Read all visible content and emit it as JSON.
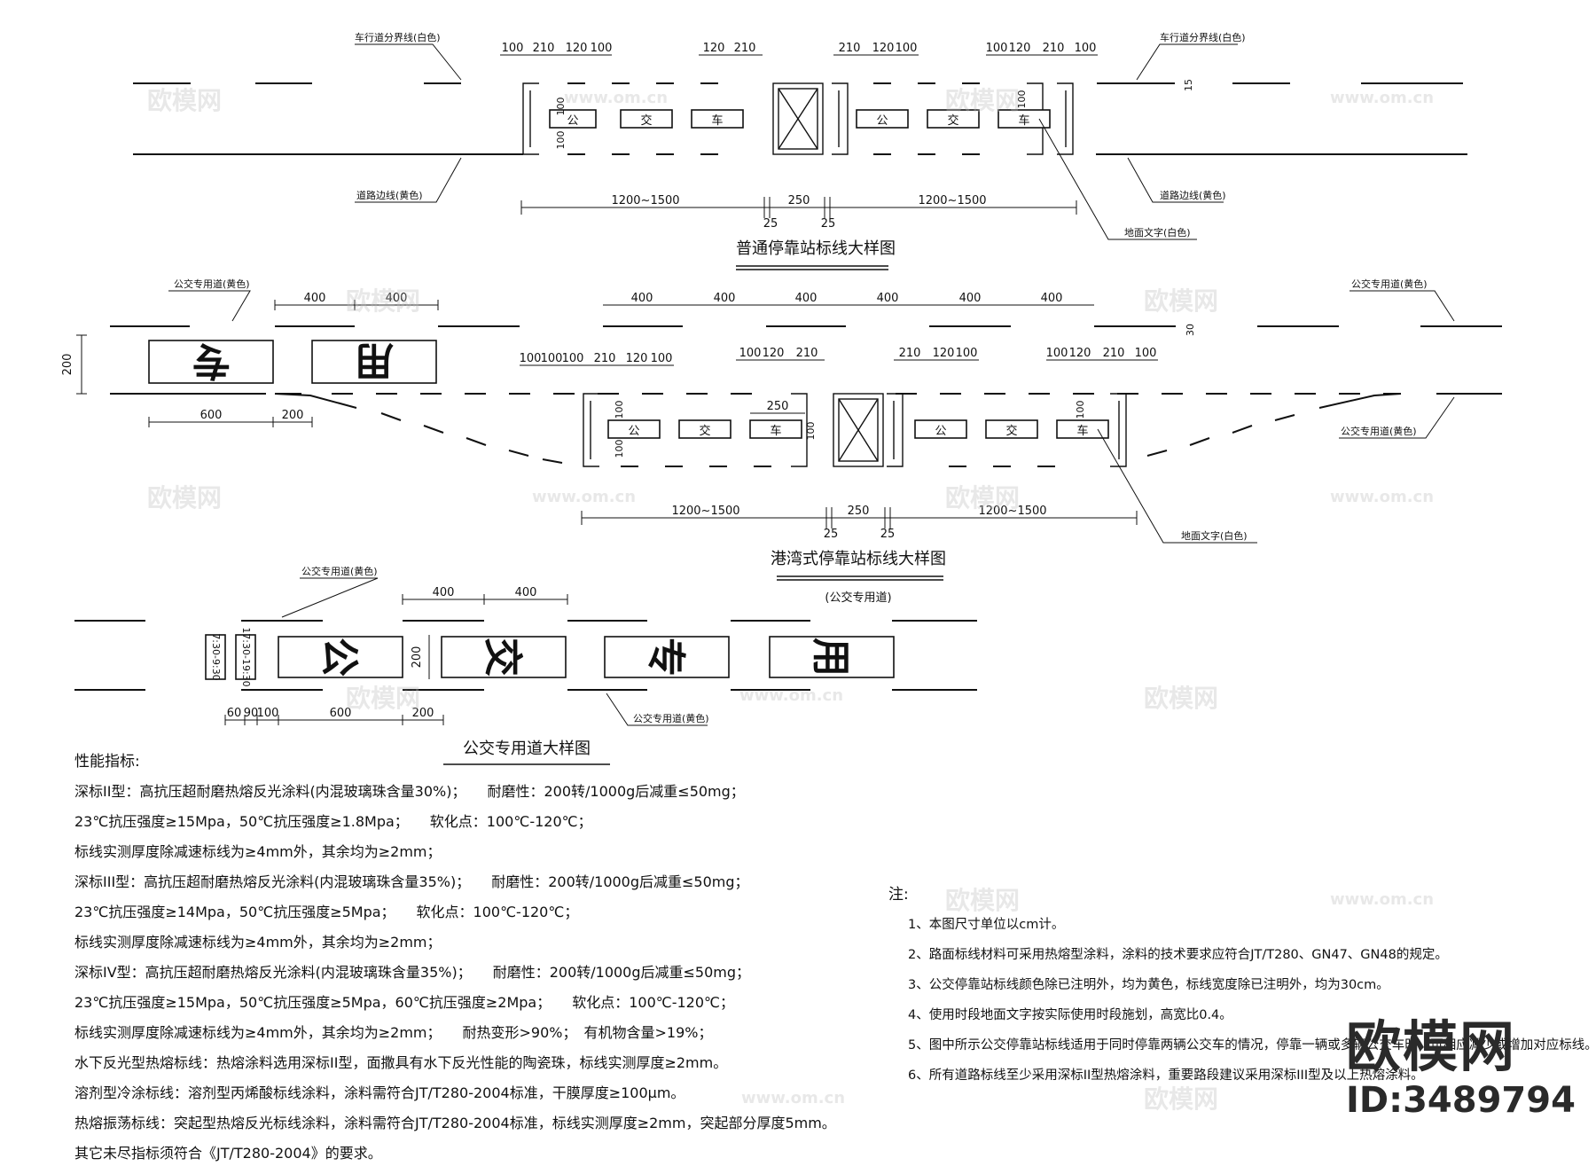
{
  "diagrams": {
    "normal_stop": {
      "title": "普通停靠站标线大样图",
      "labels": {
        "lane_divider_left": "车行道分界线(白色)",
        "lane_divider_right": "车行道分界线(白色)",
        "edge_left": "道路边线(黄色)",
        "edge_right": "道路边线(黄色)",
        "ground_text": "地面文字(白色)",
        "dim_15": "15"
      },
      "top_dims_left": [
        "100",
        "210",
        "120",
        "100"
      ],
      "top_dims_mid_left": [
        "120",
        "210"
      ],
      "top_dims_mid_right": [
        "210",
        "120",
        "100"
      ],
      "top_dims_right": [
        "100",
        "120",
        "210",
        "100"
      ],
      "side_dims": [
        "100",
        "100",
        "100"
      ],
      "bottom_dims": {
        "left": "1200~1500",
        "mid": "250",
        "right": "1200~1500",
        "small_a": "25",
        "small_b": "25"
      },
      "glyphs": [
        "公",
        "交",
        "车",
        "公",
        "交",
        "车"
      ]
    },
    "bay_stop": {
      "title": "港湾式停靠站标线大样图",
      "subtitle": "(公交专用道)",
      "labels": {
        "bus_lane_left": "公交专用道(黄色)",
        "bus_lane_right": "公交专用道(黄色)",
        "bus_lane_taper": "公交专用道(黄色)",
        "ground_text": "地面文字(白色)",
        "dim_30": "30"
      },
      "top_dims_left": [
        "400",
        "400"
      ],
      "top_dims_center": [
        "400",
        "400",
        "400",
        "400",
        "400",
        "400"
      ],
      "stop_dims_left": [
        "100",
        "100",
        "100",
        "210",
        "120",
        "100"
      ],
      "stop_dims_mid": [
        "100",
        "120",
        "210"
      ],
      "stop_dims_mid_right": [
        "210",
        "120",
        "100"
      ],
      "stop_dims_right": [
        "100",
        "120",
        "210",
        "100"
      ],
      "inner_dims": {
        "d250": "250",
        "d100": "100"
      },
      "side_dims": [
        "100",
        "100",
        "100"
      ],
      "left_dims": {
        "height": "200",
        "d600": "600",
        "d200": "200"
      },
      "bottom_dims": {
        "left": "1200~1500",
        "mid": "250",
        "right": "1200~1500",
        "small_a": "25",
        "small_b": "25"
      },
      "glyphs_lane": [
        "专",
        "用"
      ],
      "glyphs_stop": [
        "公",
        "交",
        "车",
        "公",
        "交",
        "车"
      ]
    },
    "bus_lane": {
      "title": "公交专用道大样图",
      "labels": {
        "bus_lane_top": "公交专用道(黄色)",
        "bus_lane_bottom": "公交专用道(黄色)",
        "time_a": "7:30-9:30",
        "time_b": "17:30-19:30"
      },
      "top_dims": [
        "400",
        "400"
      ],
      "bottom_dims": [
        "60",
        "90",
        "100",
        "600",
        "200"
      ],
      "height_dim": "200",
      "glyphs": [
        "公",
        "交",
        "专",
        "用"
      ]
    }
  },
  "performance": {
    "title": "性能指标:",
    "lines": [
      "深标II型：高抗压超耐磨热熔反光涂料(内混玻璃珠含量30%)；　　耐磨性：200转/1000g后减重≤50mg；",
      "23℃抗压强度≥15Mpa，50℃抗压强度≥1.8Mpa；　　软化点：100℃-120℃；",
      "标线实测厚度除减速标线为≥4mm外，其余均为≥2mm；",
      "深标III型：高抗压超耐磨热熔反光涂料(内混玻璃珠含量35%)；　　耐磨性：200转/1000g后减重≤50mg；",
      "23℃抗压强度≥14Mpa，50℃抗压强度≥5Mpa；　　软化点：100℃-120℃；",
      "标线实测厚度除减速标线为≥4mm外，其余均为≥2mm；",
      "深标IV型：高抗压超耐磨热熔反光涂料(内混玻璃珠含量35%)；　　耐磨性：200转/1000g后减重≤50mg；",
      "23℃抗压强度≥15Mpa，50℃抗压强度≥5Mpa，60℃抗压强度≥2Mpa；　　软化点：100℃-120℃；",
      "标线实测厚度除减速标线为≥4mm外，其余均为≥2mm；　　耐热变形>90%；　有机物含量>19%；",
      "水下反光型热熔标线：热熔涂料选用深标II型，面撒具有水下反光性能的陶瓷珠，标线实测厚度≥2mm。",
      "溶剂型冷涂标线：溶剂型丙烯酸标线涂料，涂料需符合JT/T280-2004标准，干膜厚度≥100μm。",
      "热熔振荡标线：突起型热熔反光标线涂料，涂料需符合JT/T280-2004标准，标线实测厚度≥2mm，突起部分厚度5mm。",
      "其它未尽指标须符合《JT/T280-2004》的要求。"
    ]
  },
  "notes": {
    "title": "注:",
    "items": [
      "1、本图尺寸单位以cm计。",
      "2、路面标线材料可采用热熔型涂料，涂料的技术要求应符合JT/T280、GN47、GN48的规定。",
      "3、公交停靠站标线颜色除已注明外，均为黄色，标线宽度除已注明外，均为30cm。",
      "4、使用时段地面文字按实际使用时段施划，高宽比0.4。",
      "5、图中所示公交停靠站标线适用于同时停靠两辆公交车的情况，停靠一辆或多辆公交车时，可相应减少或增加对应标线。",
      "6、所有道路标线至少采用深标II型热熔涂料，重要路段建议采用深标III型及以上热熔涂料。"
    ]
  },
  "watermark": {
    "brand": "欧模网",
    "site": "www.om.cn",
    "id": "ID:3489794"
  }
}
